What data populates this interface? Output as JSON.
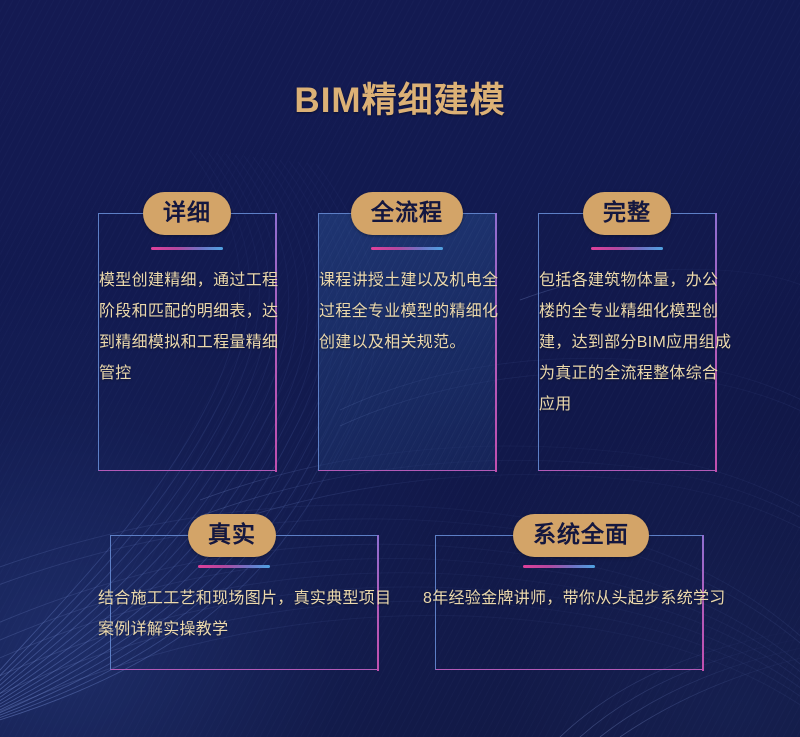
{
  "page": {
    "title": "BIM精细建模",
    "background_color": "#11184a",
    "accent_gold": "#d3a468",
    "accent_text": "#ecd9ac",
    "border_blue": "#5d7fc6",
    "border_magenta": "#b25bb8"
  },
  "cards": [
    {
      "badge": "详细",
      "body": "模型创建精细，通过工程阶段和匹配的明细表，达到精细模拟和工程量精细管控",
      "filled": false
    },
    {
      "badge": "全流程",
      "body": "课程讲授土建以及机电全过程全专业模型的精细化创建以及相关规范。",
      "filled": true
    },
    {
      "badge": "完整",
      "body": "包括各建筑物体量，办公楼的全专业精细化模型创建，达到部分BIM应用组成为真正的全流程整体综合应用",
      "filled": false
    },
    {
      "badge": "真实",
      "body": "结合施工工艺和现场图片，真实典型项目案例详解实操教学",
      "filled": false
    },
    {
      "badge": "系统全面",
      "body": "8年经验金牌讲师，带你从头起步系统学习",
      "filled": false
    }
  ]
}
